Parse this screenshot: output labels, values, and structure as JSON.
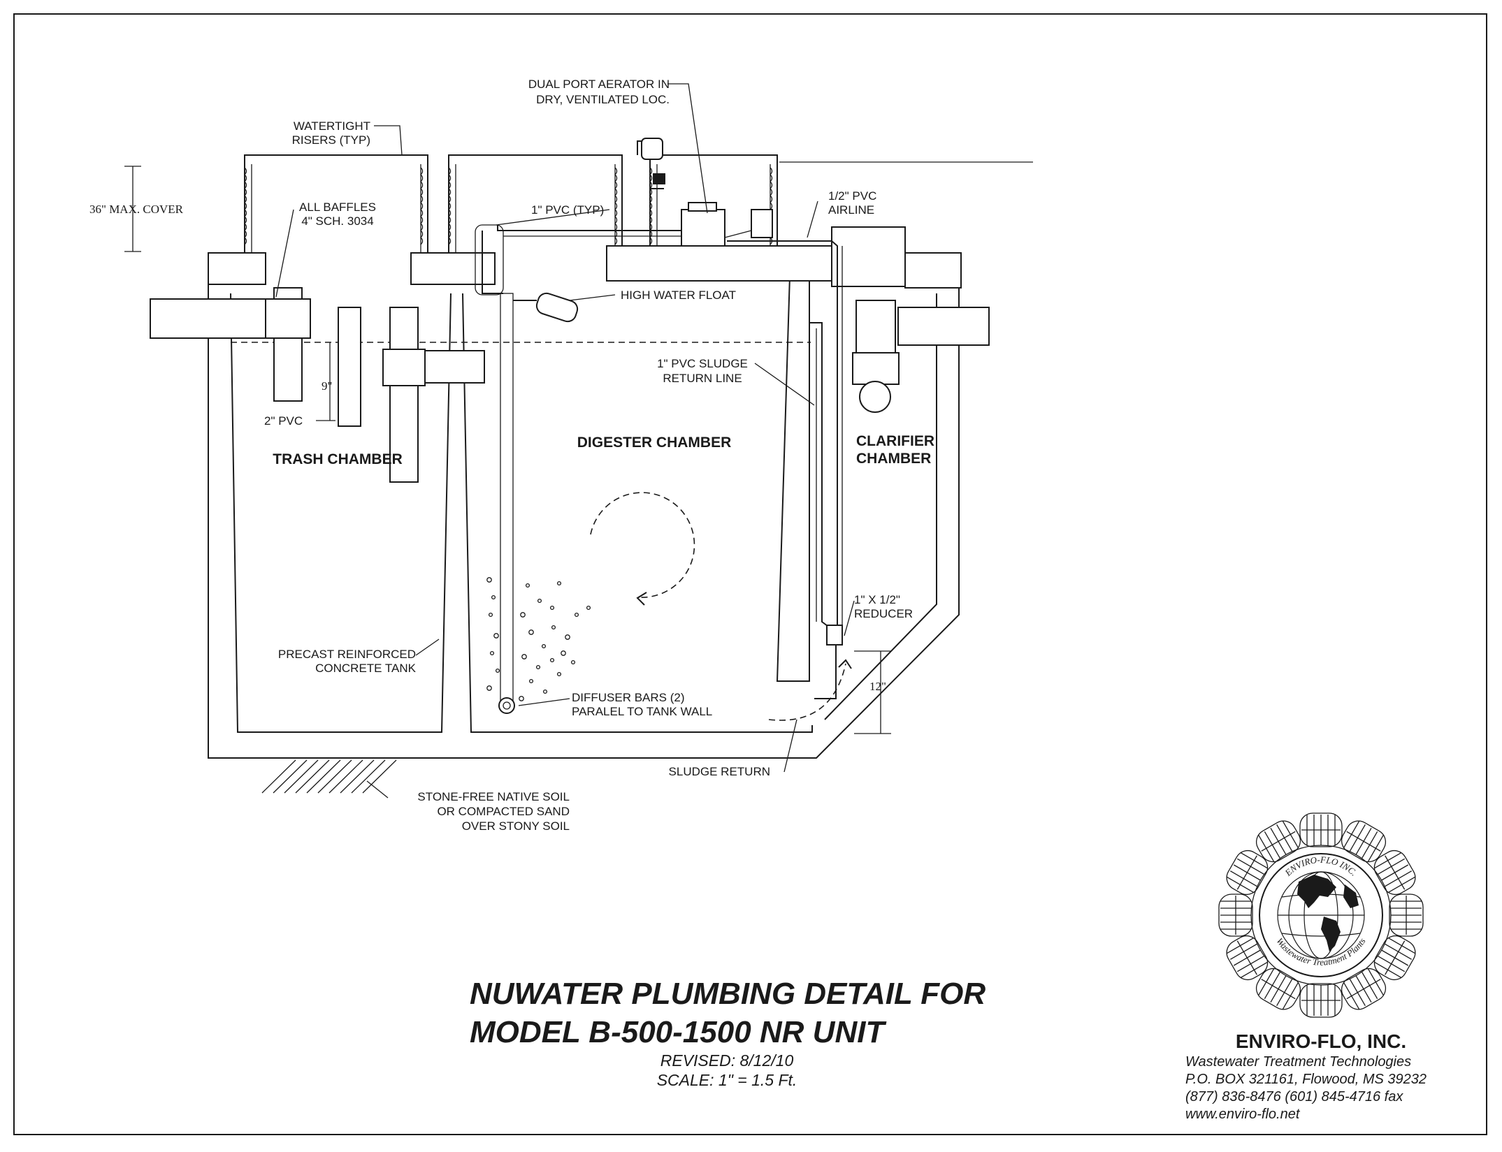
{
  "labels": {
    "aerator": [
      "DUAL PORT AERATOR IN",
      "DRY, VENTILATED LOC."
    ],
    "risers": [
      "WATERTIGHT",
      "RISERS (TYP)"
    ],
    "cover": "36\" MAX. COVER",
    "baffles": [
      "ALL BAFFLES",
      "4\" SCH. 3034"
    ],
    "pvc_typ": "1\" PVC (TYP)",
    "airline": [
      "1/2\" PVC",
      "AIRLINE"
    ],
    "float": "HIGH WATER FLOAT",
    "sludge_line": [
      "1\" PVC SLUDGE",
      "RETURN LINE"
    ],
    "nine_in": "9\"",
    "two_pvc": "2\" PVC",
    "reducer": [
      "1\" X 1/2\"",
      "REDUCER"
    ],
    "tank": [
      "PRECAST REINFORCED",
      "CONCRETE TANK"
    ],
    "diffuser": [
      "DIFFUSER BARS (2)",
      "PARALEL TO TANK WALL"
    ],
    "twelve_in": "12\"",
    "sludge_return": "SLUDGE RETURN",
    "soil": [
      "STONE-FREE NATIVE SOIL",
      "OR COMPACTED SAND",
      "OVER STONY SOIL"
    ]
  },
  "chambers": {
    "trash": "TRASH CHAMBER",
    "digester": "DIGESTER CHAMBER",
    "clarifier": [
      "CLARIFIER",
      "CHAMBER"
    ]
  },
  "title": {
    "line1": "NUWATER PLUMBING DETAIL FOR",
    "line2": "MODEL B-500-1500 NR UNIT",
    "revised": "REVISED: 8/12/10",
    "scale": "SCALE: 1\" = 1.5 Ft."
  },
  "company": {
    "name": "ENVIRO-FLO, INC.",
    "tagline": "Wastewater Treatment Technologies",
    "address": "P.O. BOX 321161, Flowood, MS 39232",
    "phone": "(877) 836-8476   (601) 845-4716 fax",
    "web": "www.enviro-flo.net"
  },
  "seal": {
    "top_text": "ENVIRO-FLO INC.",
    "bottom_text": "Wastewater Treatment Plants",
    "icon": "globe-icon"
  },
  "colors": {
    "ink": "#1a1a1a",
    "paper": "#ffffff"
  }
}
